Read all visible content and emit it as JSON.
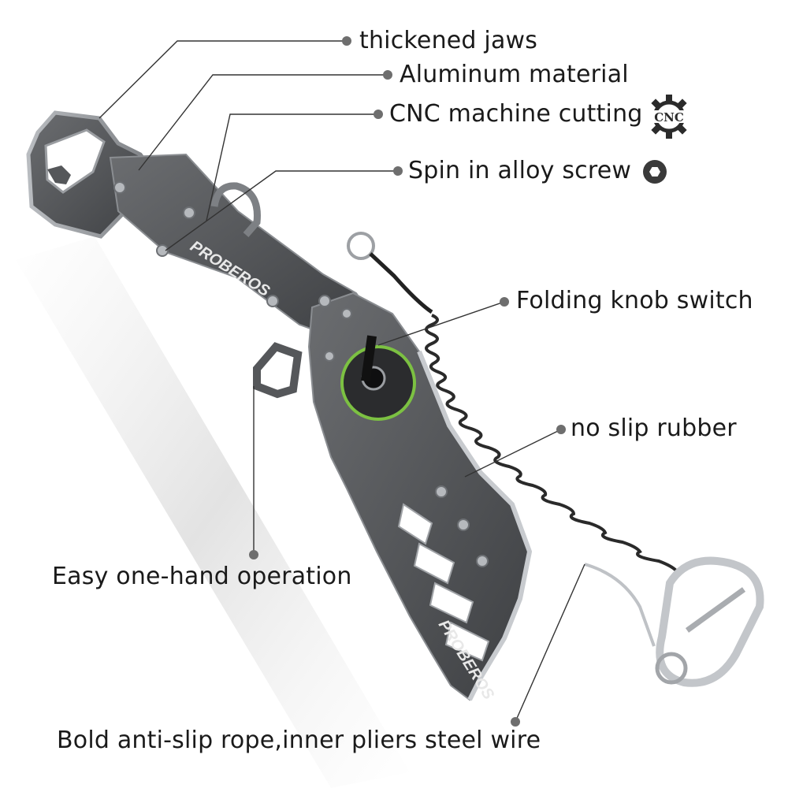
{
  "annotations": {
    "thickened_jaws": "thickened jaws",
    "aluminum_material": "Aluminum material",
    "cnc_machine_cutting": "CNC machine cutting",
    "spin_in_alloy_screw": "Spin in alloy screw",
    "folding_knob_switch": "Folding knob switch",
    "no_slip_rubber": "no slip rubber",
    "easy_one_hand_operation": "Easy one-hand operation",
    "bold_anti_slip_rope": "Bold anti-slip rope,inner pliers steel wire"
  },
  "product": {
    "brand_mark": "PROBEROS",
    "body_color": "#5a5c5f",
    "accent_color": "#7cc142"
  },
  "icons": {
    "cnc": {
      "name": "cnc-gear-icon",
      "text": "CNC"
    },
    "screw": {
      "name": "hex-screw-icon"
    }
  },
  "colors": {
    "leader_line": "#333333",
    "leader_dot": "#6e6e6e",
    "text": "#1a1a1a"
  }
}
